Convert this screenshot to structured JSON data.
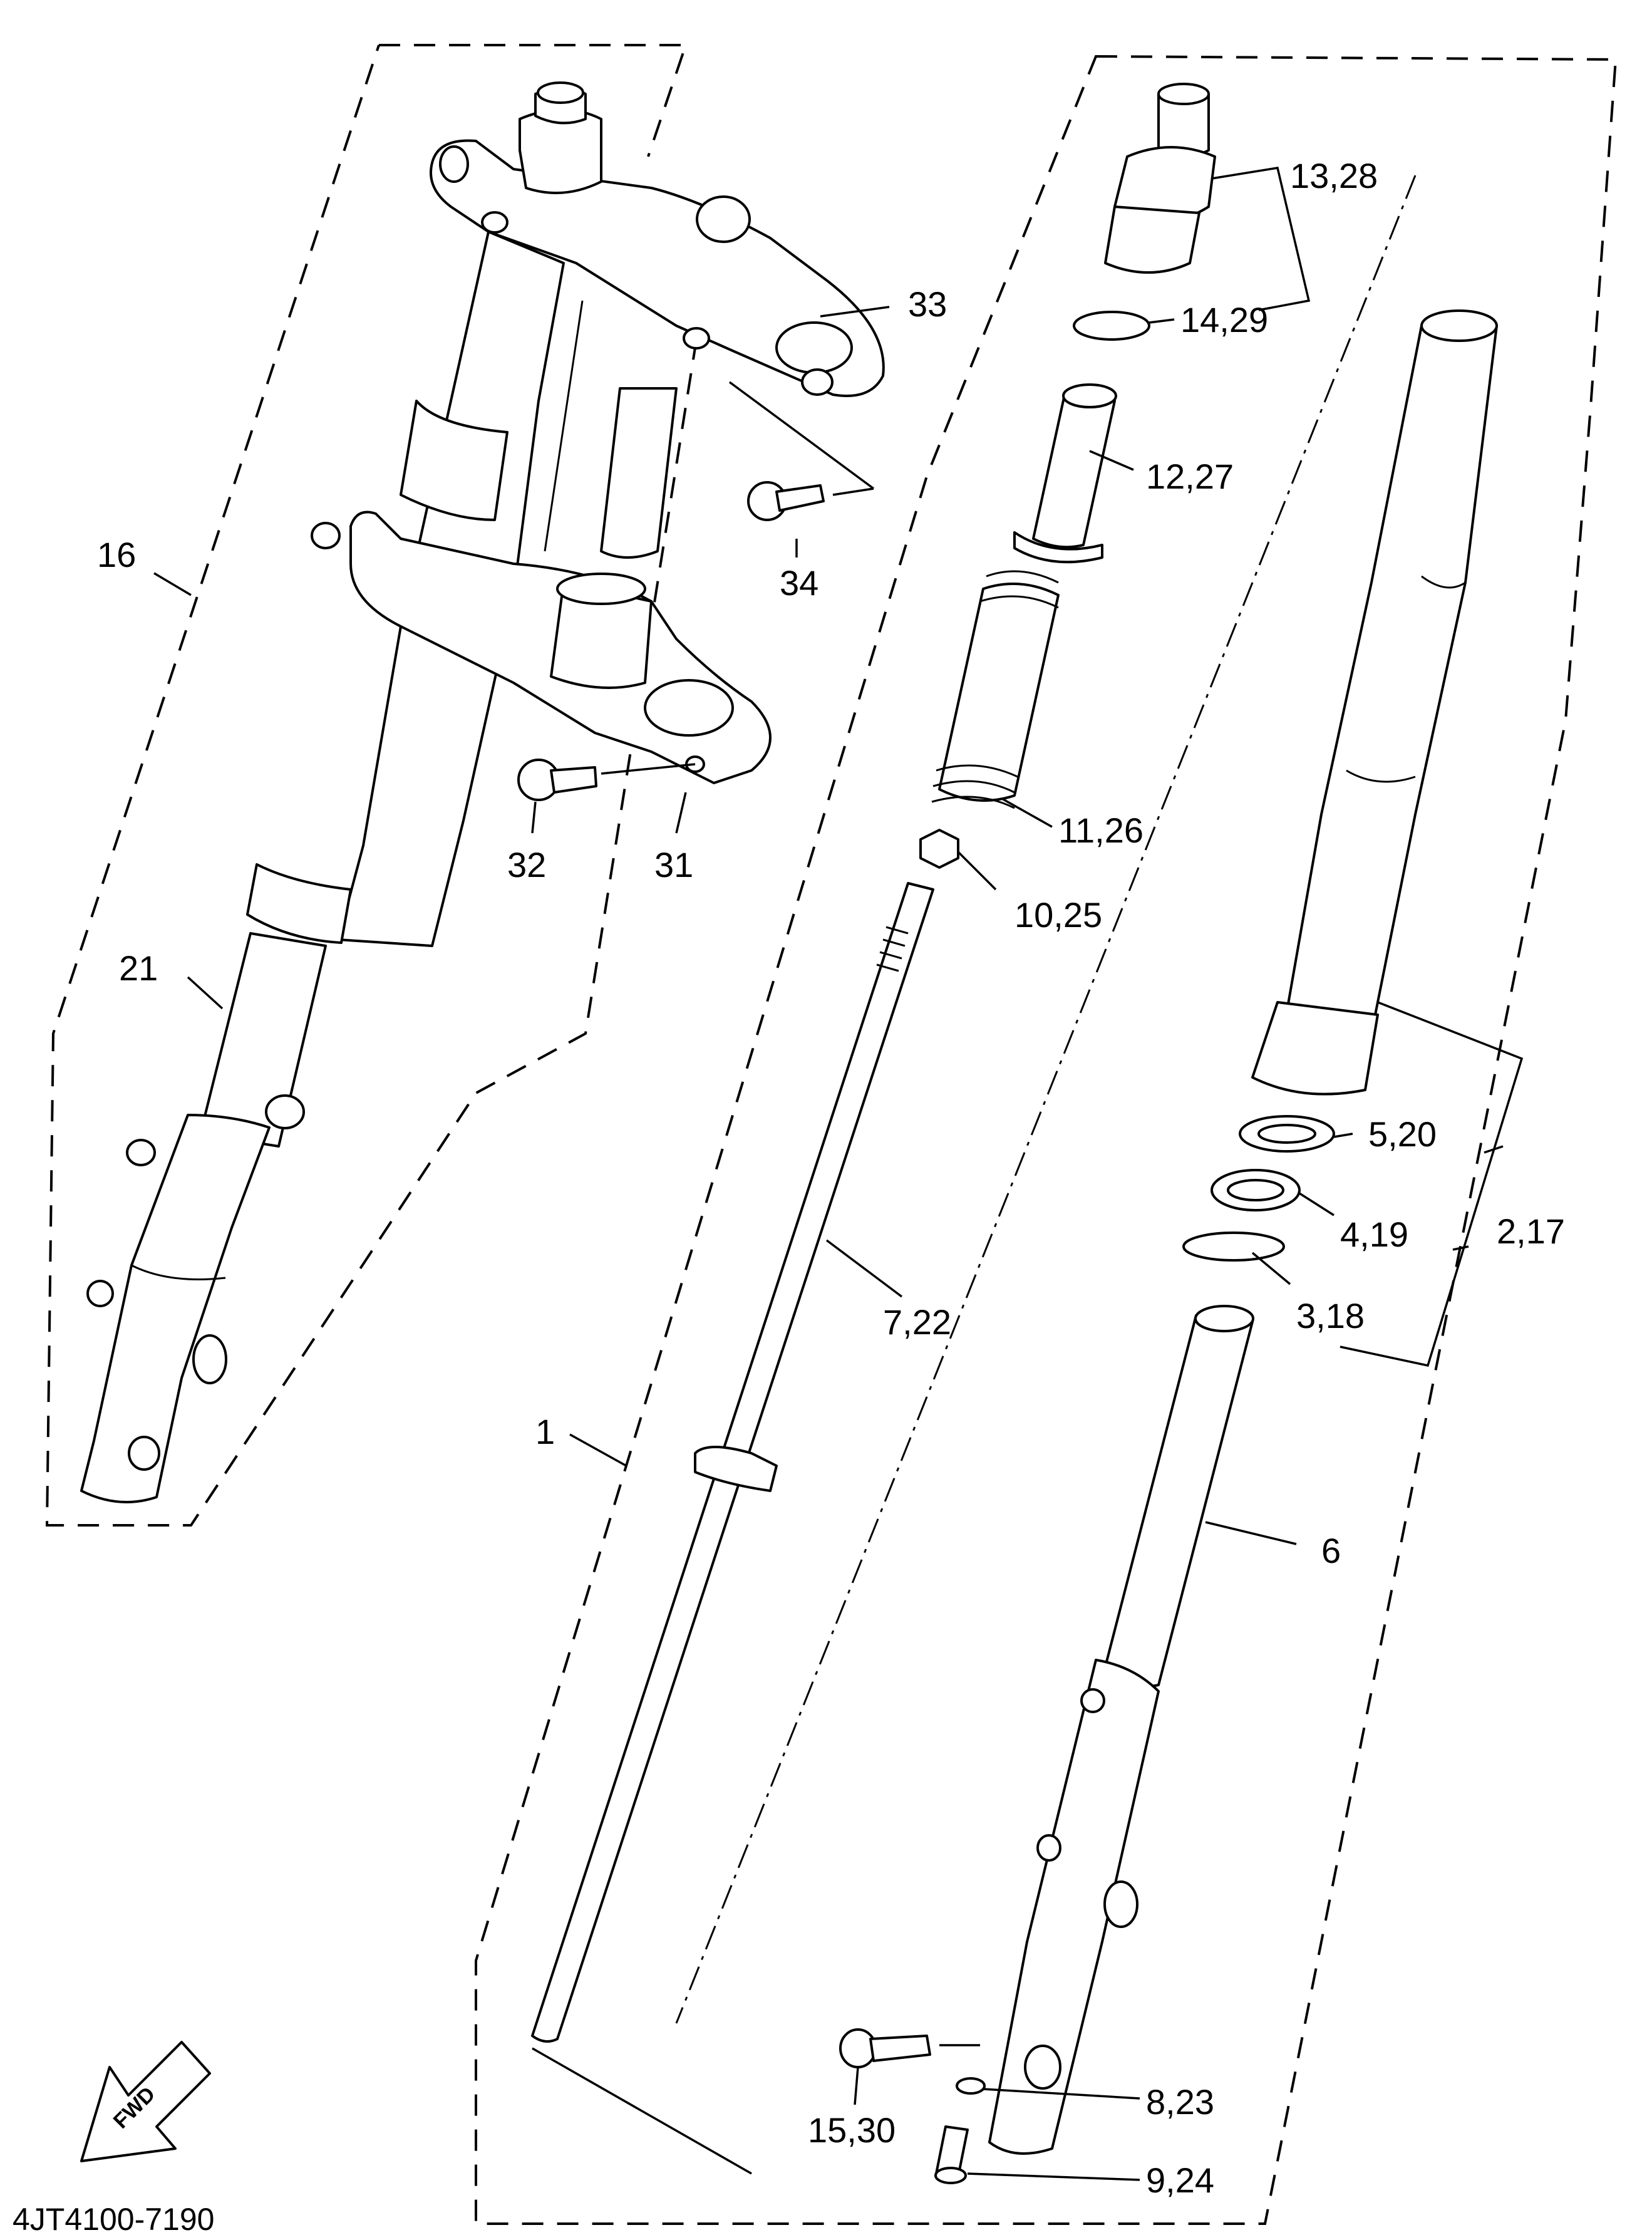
{
  "diagram_code": "4JT4100-7190",
  "fwd_label": "FWD",
  "callouts": {
    "c1": "1",
    "c2_17": "2,17",
    "c3_18": "3,18",
    "c4_19": "4,19",
    "c5_20": "5,20",
    "c6": "6",
    "c7_22": "7,22",
    "c8_23": "8,23",
    "c9_24": "9,24",
    "c10_25": "10,25",
    "c11_26": "11,26",
    "c12_27": "12,27",
    "c13_28": "13,28",
    "c14_29": "14,29",
    "c15_30": "15,30",
    "c16": "16",
    "c21": "21",
    "c31": "31",
    "c32": "32",
    "c33": "33",
    "c34": "34"
  }
}
